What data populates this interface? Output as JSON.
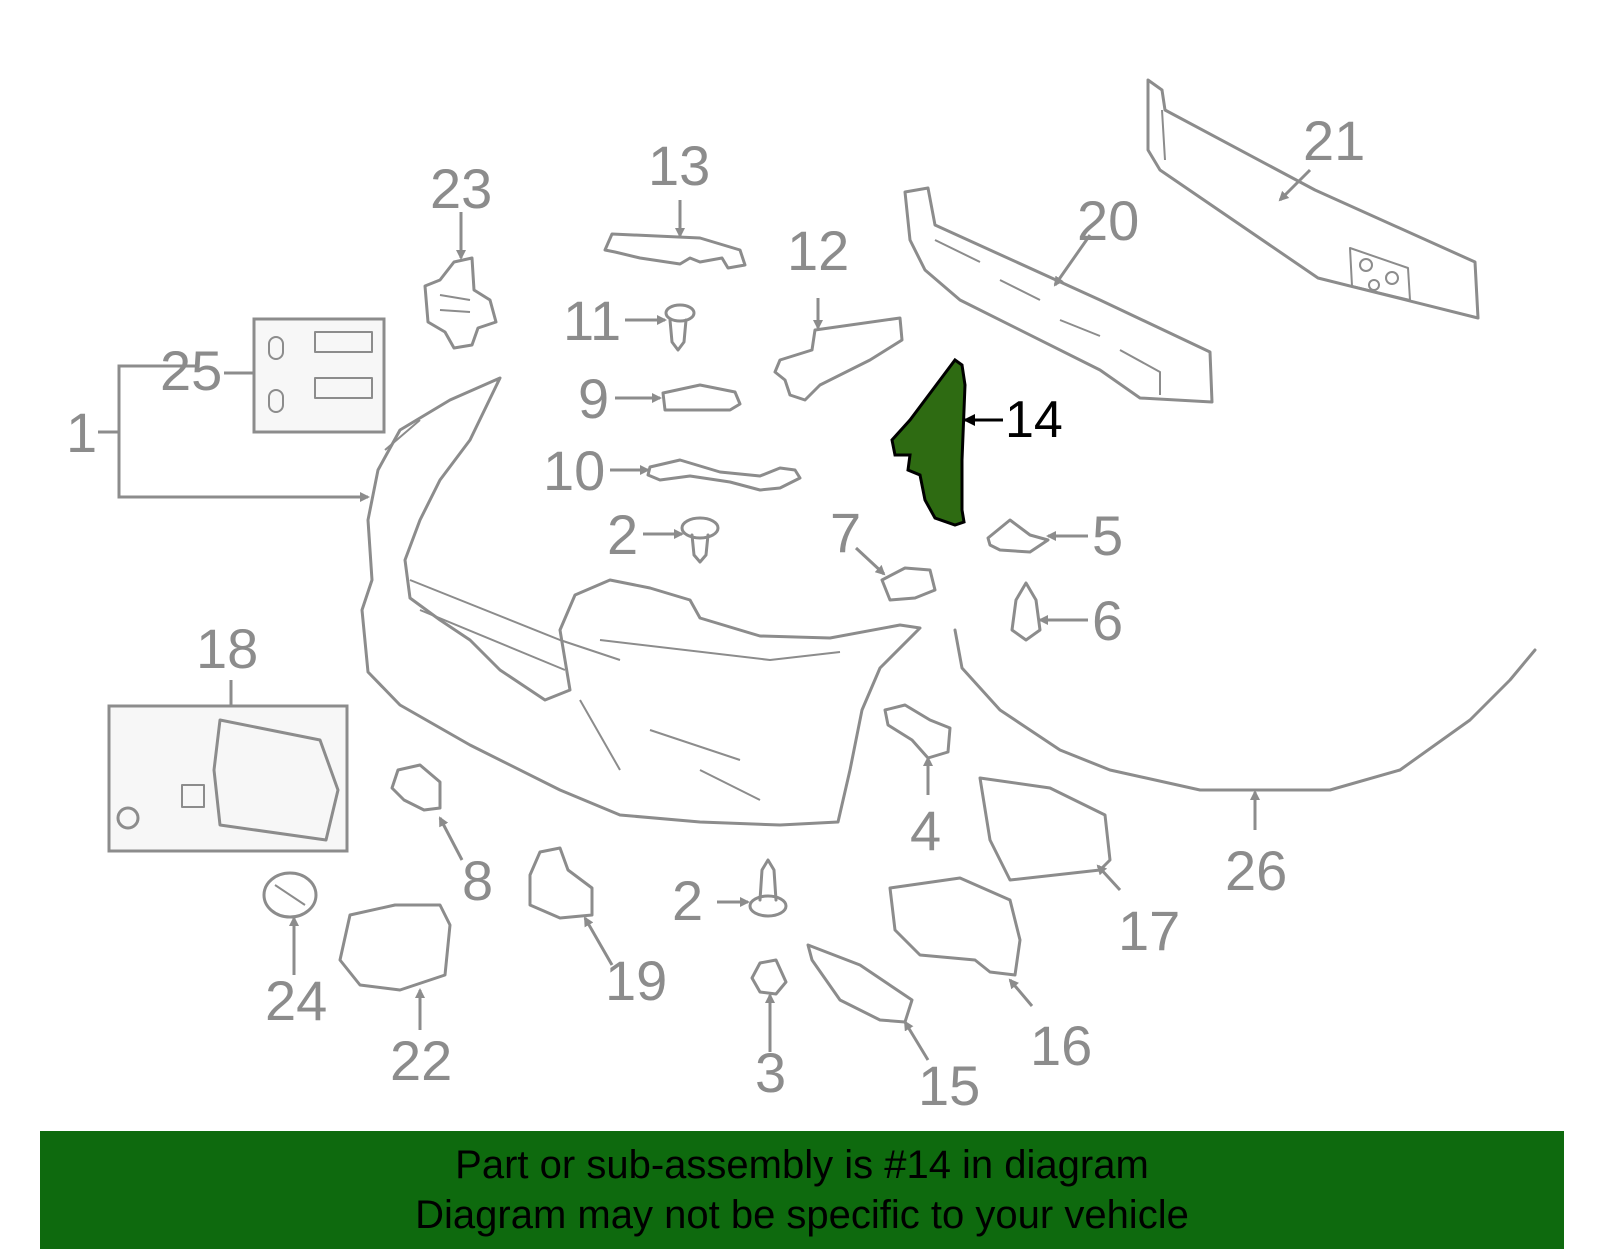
{
  "callouts": [
    "1",
    "2",
    "2",
    "3",
    "4",
    "5",
    "6",
    "7",
    "8",
    "9",
    "10",
    "11",
    "12",
    "13",
    "14",
    "15",
    "16",
    "17",
    "18",
    "19",
    "20",
    "21",
    "22",
    "23",
    "24",
    "25",
    "26"
  ],
  "highlight": {
    "part_number": "14",
    "color": "#2e6b12"
  },
  "banner": {
    "line1": "Part or sub-assembly is #14 in diagram",
    "line2": "Diagram may not be specific to your vehicle",
    "background": "#0e6a0e"
  },
  "colors": {
    "line": "#8c8c8c",
    "highlight_text": "#000000"
  }
}
